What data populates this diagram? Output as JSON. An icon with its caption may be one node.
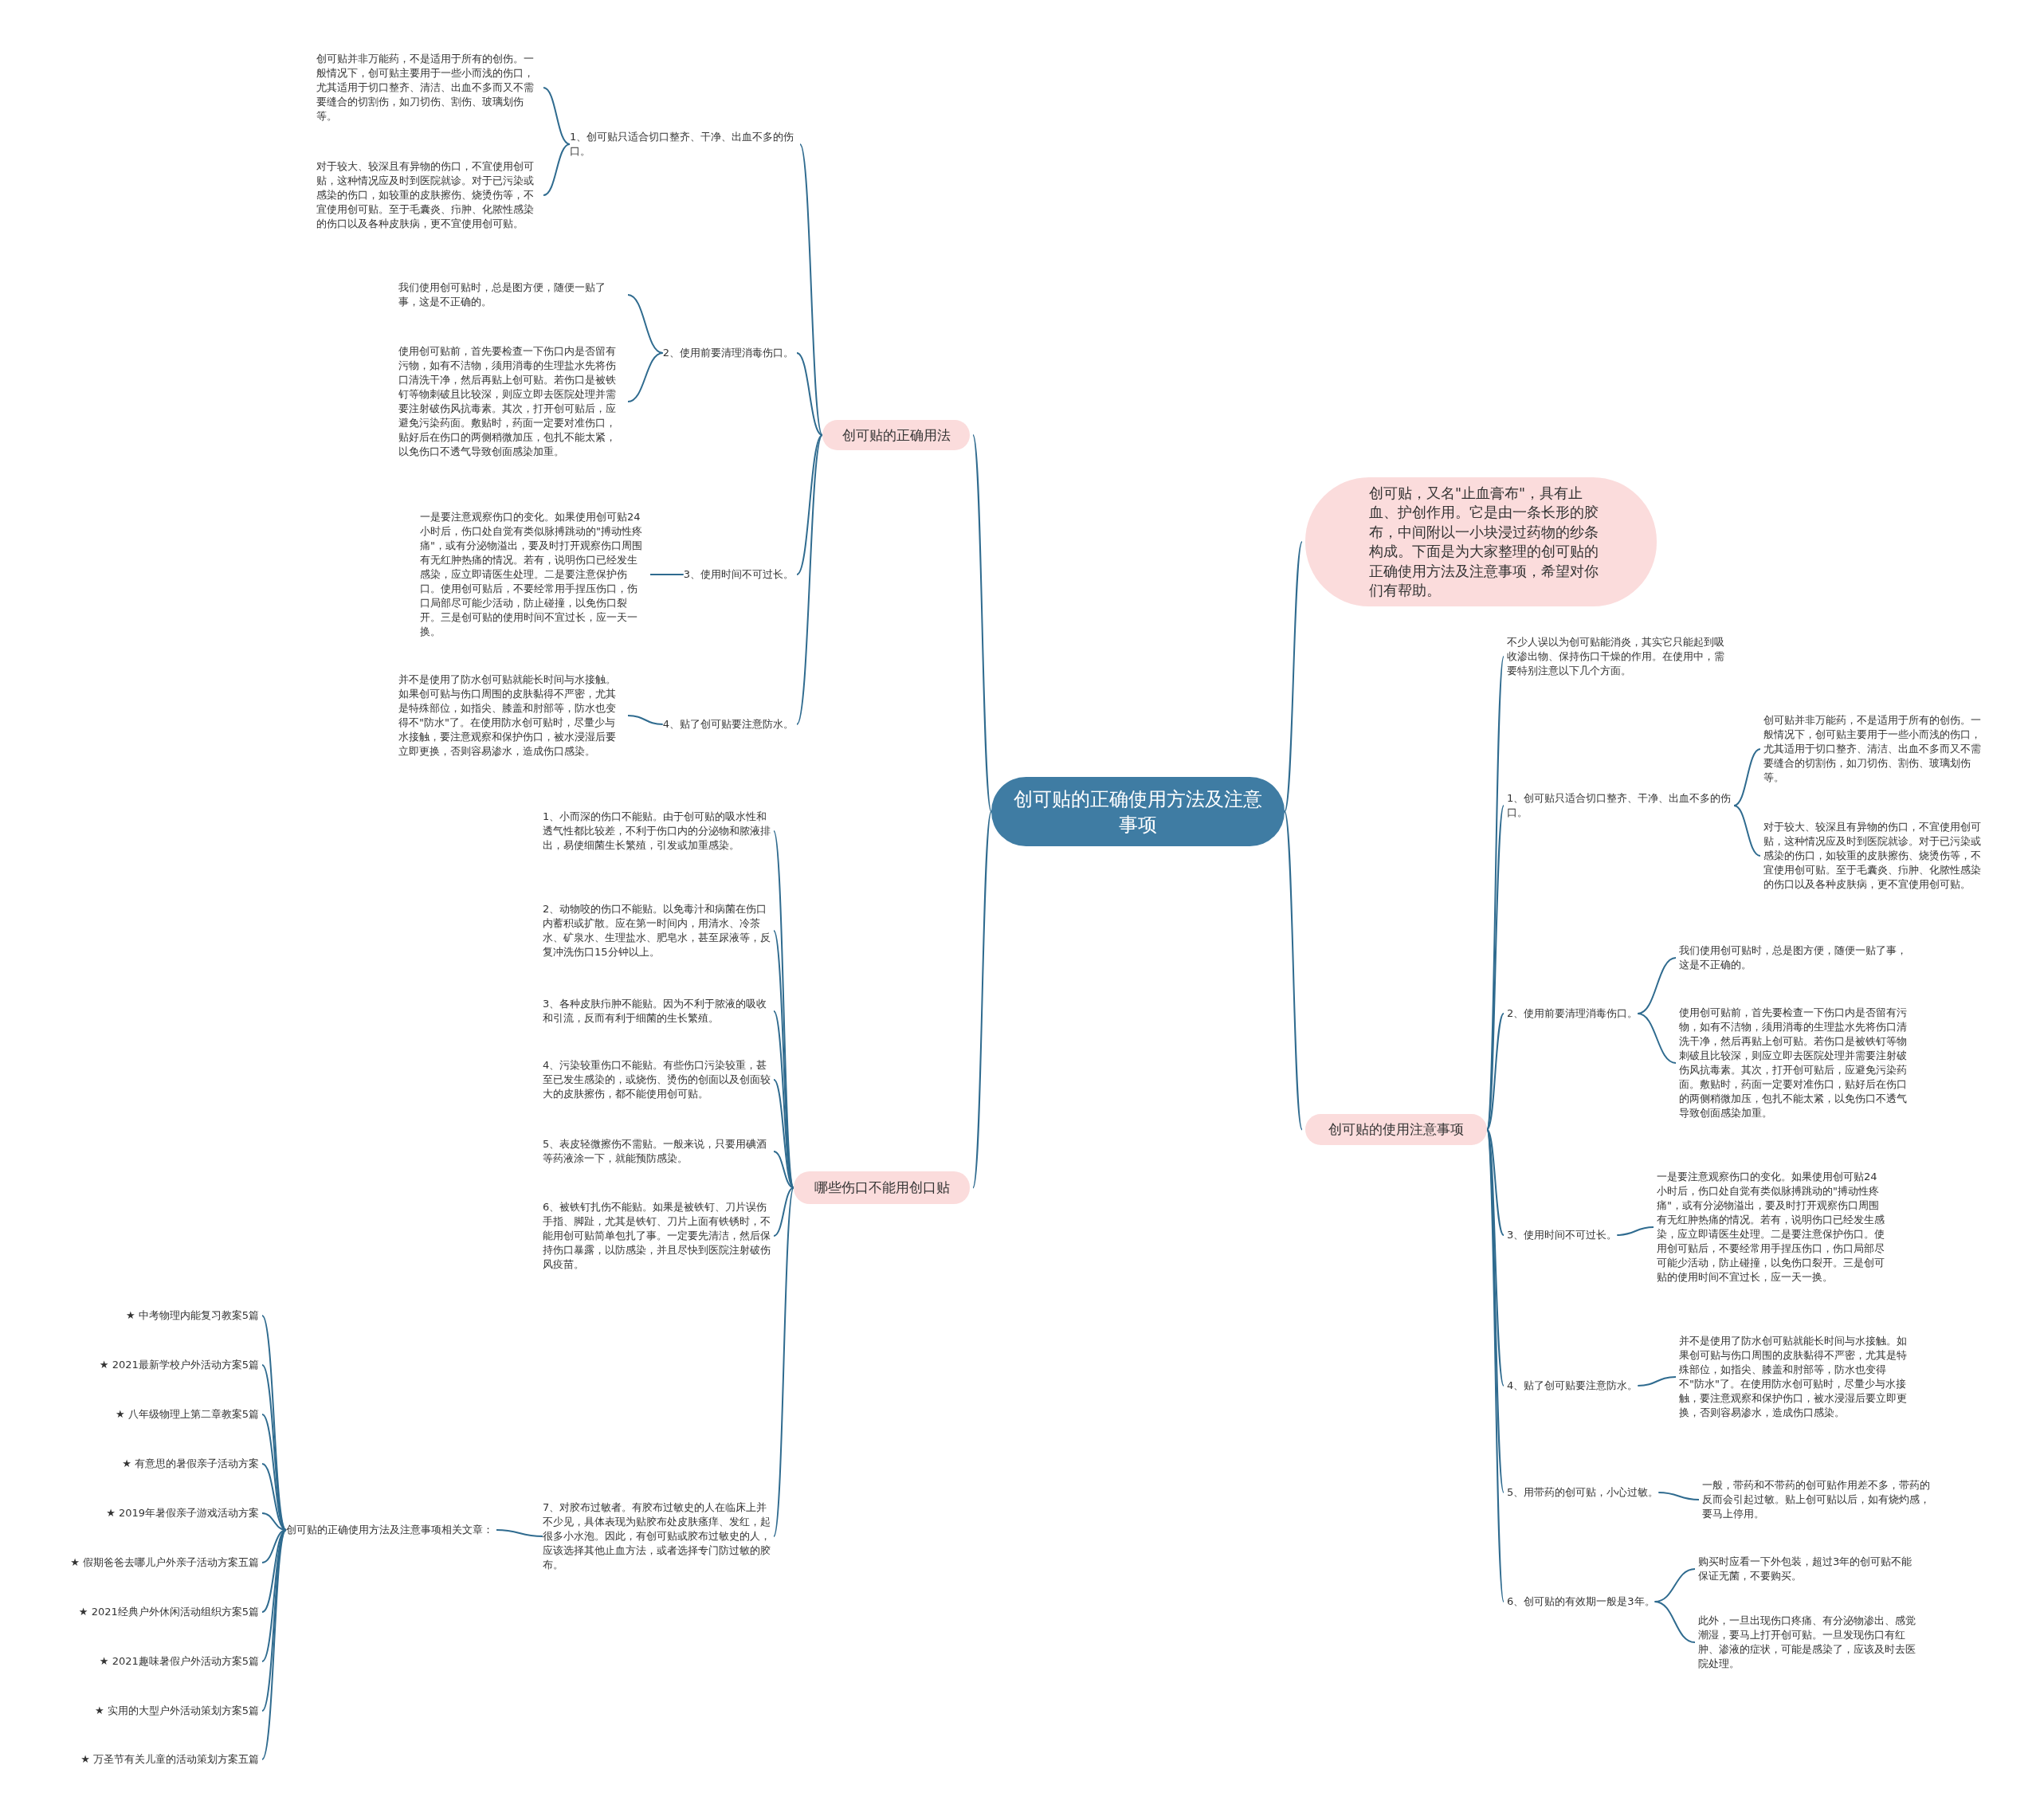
{
  "diagram": {
    "nodes": [
      {
        "text": [
          "创可贴的正确使用方法及注意事项"
        ]
      },
      {
        "text": [
          "创可贴，又名\"止血膏布\"，具有止血、护创作用。它是由一条长形的胶布，中间附以一小块浸过药物的纱条构成。下面是为大家整理的创可贴的正确使用方法及注意事项，希望对你们有帮助。"
        ]
      },
      {
        "text": [
          "创可贴的正确用法"
        ]
      },
      {
        "text": [
          "哪些伤口不能用创口贴"
        ]
      },
      {
        "text": [
          "创可贴的使用注意事项"
        ]
      },
      {
        "text": [
          "1、创可贴只适合切口整齐、干净、出血不多的伤口。"
        ]
      },
      {
        "text": [
          "创可贴并非万能药，不是适用于所有的创伤。一般情况下，创可贴主要用于一些小而浅的伤口，尤其适用于切口整齐、清洁、出血不多而又不需要缝合的切割伤，如刀切伤、割伤、玻璃划伤等。"
        ]
      },
      {
        "text": [
          "对于较大、较深且有异物的伤口，不宜使用创可贴，这种情况应及时到医院就诊。对于已污染或感染的伤口，如较重的皮肤擦伤、烧烫伤等，不宜使用创可贴。至于毛囊炎、疖肿、化脓性感染的伤口以及各种皮肤病，更不宜使用创可贴。"
        ]
      },
      {
        "text": [
          "2、使用前要清理消毒伤口。"
        ]
      },
      {
        "text": [
          "我们使用创可贴时，总是图方便，随便一贴了事，这是不正确的。"
        ]
      },
      {
        "text": [
          "使用创可贴前，首先要检查一下伤口内是否留有污物，如有不洁物，须用消毒的生理盐水先将伤口清洗干净，然后再贴上创可贴。若伤口是被铁钉等物刺破且比较深，则应立即去医院处理并需要注射破伤风抗毒素。其次，打开创可贴后，应避免污染药面。敷贴时，药面一定要对准伤口，贴好后在伤口的两侧稍微加压，包扎不能太紧，以免伤口不透气导致创面感染加重。"
        ]
      },
      {
        "text": [
          "3、使用时间不可过长。"
        ]
      },
      {
        "text": [
          "一是要注意观察伤口的变化。如果使用创可贴24小时后，伤口处自觉有类似脉搏跳动的\"搏动性疼痛\"，或有分泌物溢出，要及时打开观察伤口周围有无红肿热痛的情况。若有，说明伤口已经发生感染，应立即请医生处理。二是要注意保护伤口。使用创可贴后，不要经常用手捏压伤口，伤口局部尽可能少活动，防止碰撞，以免伤口裂开。三是创可贴的使用时间不宜过长，应一天一换。"
        ]
      },
      {
        "text": [
          "4、贴了创可贴要注意防水。"
        ]
      },
      {
        "text": [
          "并不是使用了防水创可贴就能长时间与水接触。如果创可贴与伤口周围的皮肤黏得不严密，尤其是特殊部位，如指尖、膝盖和肘部等，防水也变得不\"防水\"了。在使用防水创可贴时，尽量少与水接触，要注意观察和保护伤口，被水浸湿后要立即更换，否则容易渗水，造成伤口感染。"
        ]
      },
      {
        "text": [
          "1、小而深的伤口不能贴。由于创可贴的吸水性和透气性都比较差，不利于伤口内的分泌物和脓液排出，易使细菌生长繁殖，引发或加重感染。"
        ]
      },
      {
        "text": [
          "2、动物咬的伤口不能贴。以免毒汁和病菌在伤口内蓄积或扩散。应在第一时间内，用清水、冷茶水、矿泉水、生理盐水、肥皂水，甚至尿液等，反复冲洗伤口15分钟以上。"
        ]
      },
      {
        "text": [
          "3、各种皮肤疖肿不能贴。因为不利于脓液的吸收和引流，反而有利于细菌的生长繁殖。"
        ]
      },
      {
        "text": [
          "4、污染较重伤口不能贴。有些伤口污染较重，甚至已发生感染的，或烧伤、烫伤的创面以及创面较大的皮肤擦伤，都不能使用创可贴。"
        ]
      },
      {
        "text": [
          "5、表皮轻微擦伤不需贴。一般来说，只要用碘酒等药液涂一下，就能预防感染。"
        ]
      },
      {
        "text": [
          "6、被铁钉扎伤不能贴。如果是被铁钉、刀片误伤手指、脚趾，尤其是铁钉、刀片上面有铁锈时，不能用创可贴简单包扎了事。一定要先清洁，然后保持伤口暴露，以防感染，并且尽快到医院注射破伤风疫苗。"
        ]
      },
      {
        "text": [
          "7、对胶布过敏者。有胶布过敏史的人在临床上并不少见，具体表现为贴胶布处皮肤瘙痒、发红，起很多小水泡。因此，有创可贴或胶布过敏史的人，应该选择其他止血方法，或者选择专门防过敏的胶布。"
        ]
      },
      {
        "text": [
          "创可贴的正确使用方法及注意事项相关文章："
        ]
      },
      {
        "text": [
          "★ 中考物理内能复习教案5篇"
        ]
      },
      {
        "text": [
          "★ 2021最新学校户外活动方案5篇"
        ]
      },
      {
        "text": [
          "★ 八年级物理上第二章教案5篇"
        ]
      },
      {
        "text": [
          "★ 有意思的暑假亲子活动方案"
        ]
      },
      {
        "text": [
          "★ 2019年暑假亲子游戏活动方案"
        ]
      },
      {
        "text": [
          "★ 假期爸爸去哪儿户外亲子活动方案五篇"
        ]
      },
      {
        "text": [
          "★ 2021经典户外休闲活动组织方案5篇"
        ]
      },
      {
        "text": [
          "★ 2021趣味暑假户外活动方案5篇"
        ]
      },
      {
        "text": [
          "★ 实用的大型户外活动策划方案5篇"
        ]
      },
      {
        "text": [
          "★ 万圣节有关儿童的活动策划方案五篇"
        ]
      },
      {
        "text": [
          "不少人误以为创可贴能消炎，其实它只能起到吸收渗出物、保持伤口干燥的作用。在使用中，需要特别注意以下几个方面。"
        ]
      },
      {
        "text": [
          "1、创可贴只适合切口整齐、干净、出血不多的伤口。"
        ]
      },
      {
        "text": [
          "创可贴并非万能药，不是适用于所有的创伤。一般情况下，创可贴主要用于一些小而浅的伤口，尤其适用于切口整齐、清洁、出血不多而又不需要缝合的切割伤，如刀切伤、割伤、玻璃划伤等。"
        ]
      },
      {
        "text": [
          "对于较大、较深且有异物的伤口，不宜使用创可贴，这种情况应及时到医院就诊。对于已污染或感染的伤口，如较重的皮肤擦伤、烧烫伤等，不宜使用创可贴。至于毛囊炎、疖肿、化脓性感染的伤口以及各种皮肤病，更不宜使用创可贴。"
        ]
      },
      {
        "text": [
          "2、使用前要清理消毒伤口。"
        ]
      },
      {
        "text": [
          "我们使用创可贴时，总是图方便，随便一贴了事，这是不正确的。"
        ]
      },
      {
        "text": [
          "使用创可贴前，首先要检查一下伤口内是否留有污物，如有不洁物，须用消毒的生理盐水先将伤口清洗干净，然后再贴上创可贴。若伤口是被铁钉等物刺破且比较深，则应立即去医院处理并需要注射破伤风抗毒素。其次，打开创可贴后，应避免污染药面。敷贴时，药面一定要对准伤口，贴好后在伤口的两侧稍微加压，包扎不能太紧，以免伤口不透气导致创面感染加重。"
        ]
      },
      {
        "text": [
          "3、使用时间不可过长。"
        ]
      },
      {
        "text": [
          "一是要注意观察伤口的变化。如果使用创可贴24小时后，伤口处自觉有类似脉搏跳动的\"搏动性疼痛\"，或有分泌物溢出，要及时打开观察伤口周围有无红肿热痛的情况。若有，说明伤口已经发生感染，应立即请医生处理。二是要注意保护伤口。使用创可贴后，不要经常用手捏压伤口，伤口局部尽可能少活动，防止碰撞，以免伤口裂开。三是创可贴的使用时间不宜过长，应一天一换。"
        ]
      },
      {
        "text": [
          "4、贴了创可贴要注意防水。"
        ]
      },
      {
        "text": [
          "并不是使用了防水创可贴就能长时间与水接触。如果创可贴与伤口周围的皮肤黏得不严密，尤其是特殊部位，如指尖、膝盖和肘部等，防水也变得不\"防水\"了。在使用防水创可贴时，尽量少与水接触，要注意观察和保护伤口，被水浸湿后要立即更换，否则容易渗水，造成伤口感染。"
        ]
      },
      {
        "text": [
          "5、用带药的创可贴，小心过敏。"
        ]
      },
      {
        "text": [
          "一般，带药和不带药的创可贴作用差不多，带药的反而会引起过敏。贴上创可贴以后，如有烧灼感，要马上停用。"
        ]
      },
      {
        "text": [
          "6、创可贴的有效期一般是3年。"
        ]
      },
      {
        "text": [
          "购买时应看一下外包装，超过3年的创可贴不能保证无菌，不要购买。"
        ]
      },
      {
        "text": [
          "此外，一旦出现伤口疼痛、有分泌物渗出、感觉潮湿，要马上打开创可贴。一旦发现伤口有红肿、渗液的症状，可能是感染了，应该及时去医院处理。"
        ]
      }
    ],
    "edges": [
      {
        "from": 0,
        "to": 1,
        "arrow": "none"
      },
      {
        "from": 0,
        "to": 2,
        "arrow": "none"
      },
      {
        "from": 0,
        "to": 3,
        "arrow": "none"
      },
      {
        "from": 0,
        "to": 4,
        "arrow": "none"
      },
      {
        "from": 2,
        "to": 5,
        "arrow": "none"
      },
      {
        "from": 5,
        "to": 6,
        "arrow": "none"
      },
      {
        "from": 5,
        "to": 7,
        "arrow": "none"
      },
      {
        "from": 2,
        "to": 8,
        "arrow": "none"
      },
      {
        "from": 8,
        "to": 9,
        "arrow": "none"
      },
      {
        "from": 8,
        "to": 10,
        "arrow": "none"
      },
      {
        "from": 2,
        "to": 11,
        "arrow": "none"
      },
      {
        "from": 11,
        "to": 12,
        "arrow": "none"
      },
      {
        "from": 2,
        "to": 13,
        "arrow": "none"
      },
      {
        "from": 13,
        "to": 14,
        "arrow": "none"
      },
      {
        "from": 3,
        "to": 15,
        "arrow": "none"
      },
      {
        "from": 3,
        "to": 16,
        "arrow": "none"
      },
      {
        "from": 3,
        "to": 17,
        "arrow": "none"
      },
      {
        "from": 3,
        "to": 18,
        "arrow": "none"
      },
      {
        "from": 3,
        "to": 19,
        "arrow": "none"
      },
      {
        "from": 3,
        "to": 20,
        "arrow": "none"
      },
      {
        "from": 3,
        "to": 21,
        "arrow": "none"
      },
      {
        "from": 21,
        "to": 22,
        "arrow": "none"
      },
      {
        "from": 22,
        "to": 23,
        "arrow": "none"
      },
      {
        "from": 22,
        "to": 24,
        "arrow": "none"
      },
      {
        "from": 22,
        "to": 25,
        "arrow": "none"
      },
      {
        "from": 22,
        "to": 26,
        "arrow": "none"
      },
      {
        "from": 22,
        "to": 27,
        "arrow": "none"
      },
      {
        "from": 22,
        "to": 28,
        "arrow": "none"
      },
      {
        "from": 22,
        "to": 29,
        "arrow": "none"
      },
      {
        "from": 22,
        "to": 30,
        "arrow": "none"
      },
      {
        "from": 22,
        "to": 31,
        "arrow": "none"
      },
      {
        "from": 22,
        "to": 32,
        "arrow": "none"
      },
      {
        "from": 4,
        "to": 33,
        "arrow": "none"
      },
      {
        "from": 4,
        "to": 34,
        "arrow": "none"
      },
      {
        "from": 34,
        "to": 35,
        "arrow": "none"
      },
      {
        "from": 34,
        "to": 36,
        "arrow": "none"
      },
      {
        "from": 4,
        "to": 37,
        "arrow": "none"
      },
      {
        "from": 37,
        "to": 38,
        "arrow": "none"
      },
      {
        "from": 37,
        "to": 39,
        "arrow": "none"
      },
      {
        "from": 4,
        "to": 40,
        "arrow": "none"
      },
      {
        "from": 40,
        "to": 41,
        "arrow": "none"
      },
      {
        "from": 4,
        "to": 42,
        "arrow": "none"
      },
      {
        "from": 42,
        "to": 43,
        "arrow": "none"
      },
      {
        "from": 4,
        "to": 44,
        "arrow": "none"
      },
      {
        "from": 44,
        "to": 45,
        "arrow": "none"
      },
      {
        "from": 4,
        "to": 46,
        "arrow": "none"
      },
      {
        "from": 46,
        "to": 47,
        "arrow": "none"
      },
      {
        "from": 46,
        "to": 48,
        "arrow": "none"
      }
    ]
  }
}
